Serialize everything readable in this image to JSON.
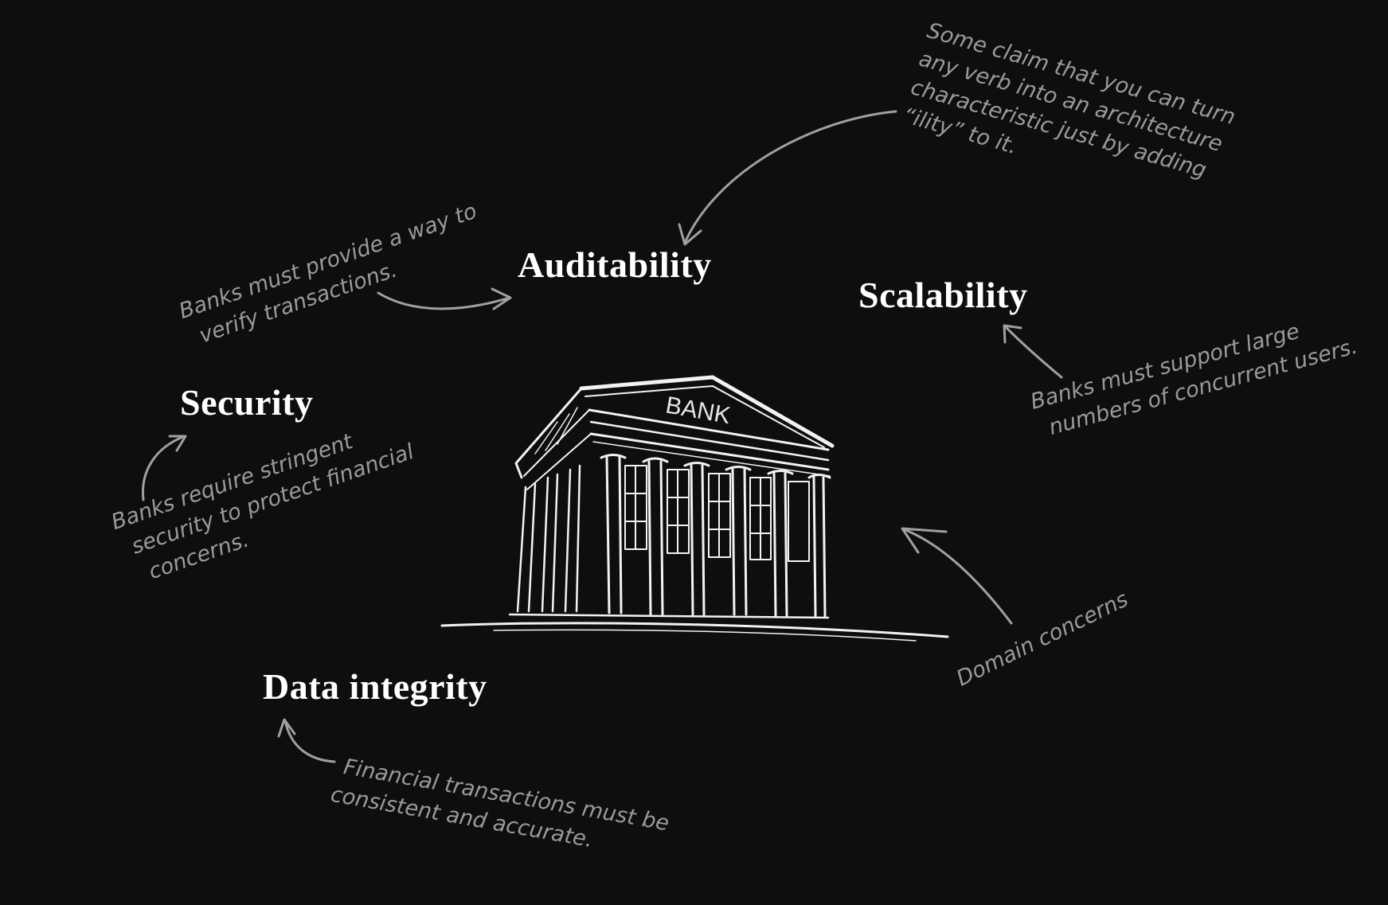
{
  "headings": {
    "auditability": "Auditability",
    "scalability": "Scalability",
    "security": "Security",
    "data_integrity": "Data integrity"
  },
  "bank_sign": "BANK",
  "notes": {
    "ility": [
      "Some claim that you can turn",
      "any verb into an architecture",
      "characteristic just by adding",
      "“ility” to it."
    ],
    "auditability": [
      "Banks must provide a way to",
      "verify transactions."
    ],
    "scalability": [
      "Banks must support large",
      "numbers of concurrent users."
    ],
    "security": [
      "Banks require stringent",
      "security to protect financial",
      "concerns."
    ],
    "domain": [
      "Domain concerns"
    ],
    "data_integrity": [
      "Financial transactions must be",
      "consistent and accurate."
    ]
  },
  "colors": {
    "background": "#0e0e0e",
    "heading": "#ffffff",
    "note": "#9a9a9a",
    "sketch": "#f2f2f2"
  }
}
